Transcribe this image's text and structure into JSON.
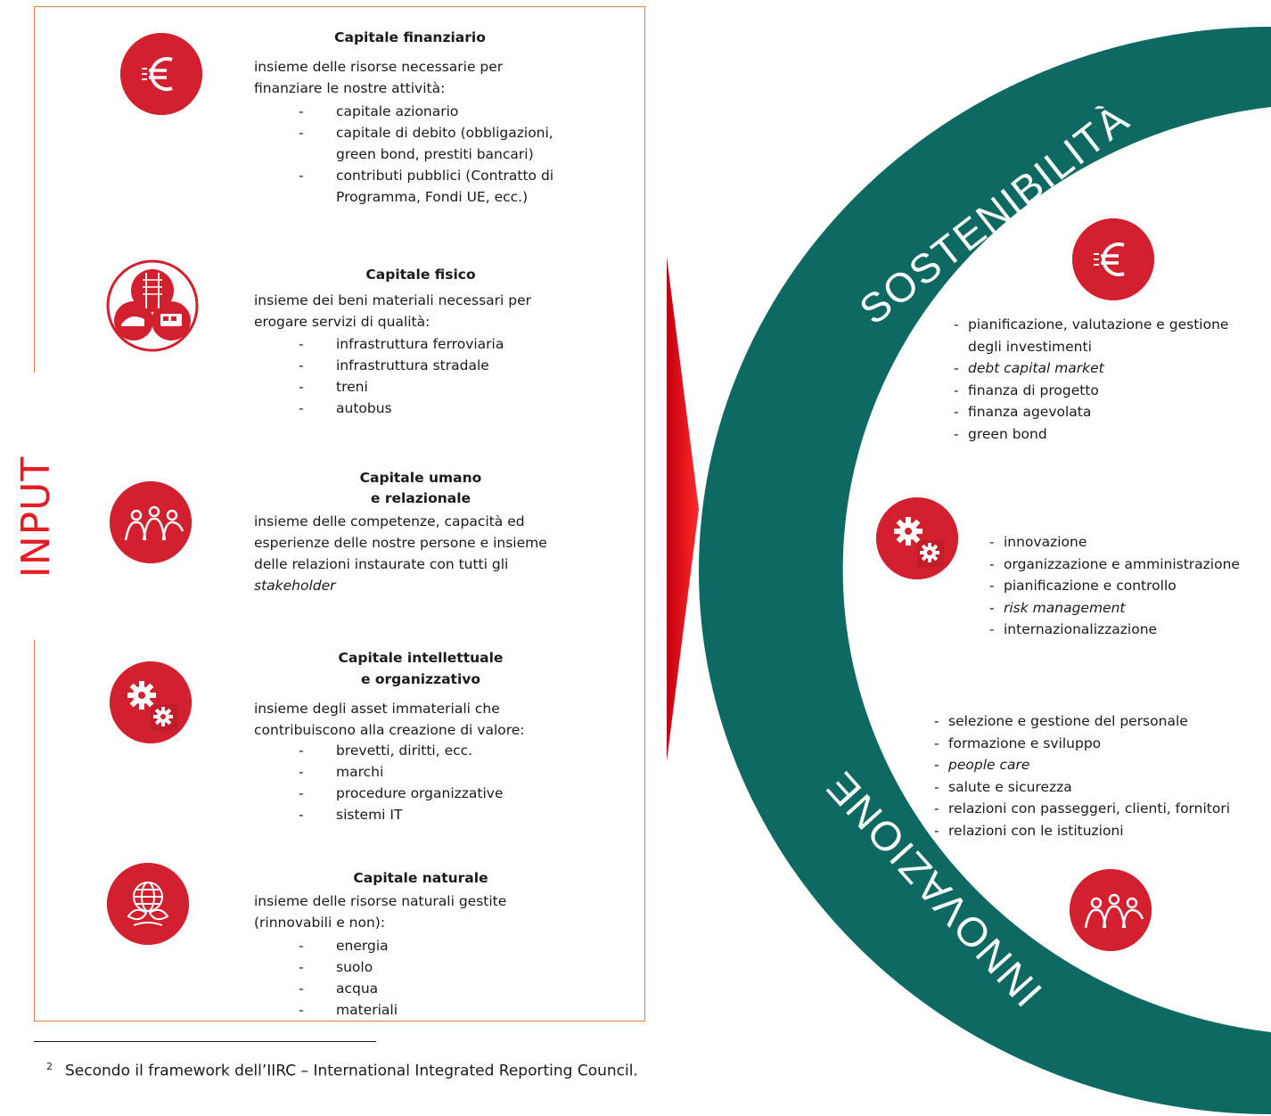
{
  "input_label": "INPUT",
  "colors": {
    "accent_red": "#d3202e",
    "teal": "#0e6963",
    "box_border": "#e3803e"
  },
  "capitals": [
    {
      "icon": "euro-icon",
      "title": "Capitale finanziario",
      "desc": "insieme delle risorse necessarie per finanziare le nostre attività:",
      "items": [
        "capitale azionario",
        "capitale di debito (obbligazioni, green bond, prestiti bancari)",
        "contributi pubblici (Contratto di Programma, Fondi UE, ecc.)"
      ]
    },
    {
      "icon": "rail-road-train-bus-icon",
      "title": "Capitale fisico",
      "desc": "insieme dei beni materiali necessari per erogare servizi di qualità:",
      "items": [
        "infrastruttura ferroviaria",
        "infrastruttura stradale",
        "treni",
        "autobus"
      ]
    },
    {
      "icon": "people-icon",
      "title_line1": "Capitale umano",
      "title_line2": "e relazionale",
      "desc": "insieme delle competenze, capacità ed esperienze delle nostre persone e insieme delle relazioni instaurate con tutti gli",
      "desc_italic": "stakeholder"
    },
    {
      "icon": "gears-icon",
      "title_line1": "Capitale intellettuale",
      "title_line2": "e organizzativo",
      "desc": "insieme degli asset immateriali che contribuiscono alla creazione di valore:",
      "items": [
        "brevetti, diritti, ecc.",
        "marchi",
        "procedure organizzative",
        "sistemi IT"
      ]
    },
    {
      "icon": "globe-leaf-icon",
      "title": "Capitale naturale",
      "desc": "insieme delle risorse naturali gestite (rinnovabili e non):",
      "items": [
        "energia",
        "suolo",
        "acqua",
        "materiali"
      ]
    }
  ],
  "ring": {
    "top_label": "SOSTENIBILITÀ",
    "bottom_label": "INNOVAZIONE"
  },
  "right_lists": {
    "finance": [
      "pianificazione, valutazione e gestione degli investimenti",
      "debt capital market",
      "finanza di progetto",
      "finanza agevolata",
      "green bond"
    ],
    "organization": [
      "innovazione",
      "organizzazione e amministrazione",
      "pianificazione e controllo",
      "risk management",
      "internazionalizzazione"
    ],
    "people": [
      "selezione e gestione del personale",
      "formazione e sviluppo",
      "people care",
      "salute e sicurezza",
      "relazioni con passeggeri, clienti, fornitori",
      "relazioni con le istituzioni"
    ]
  },
  "footnote": {
    "number": "2",
    "text": "Secondo il framework dell’IIRC – International Integrated Reporting Council."
  }
}
